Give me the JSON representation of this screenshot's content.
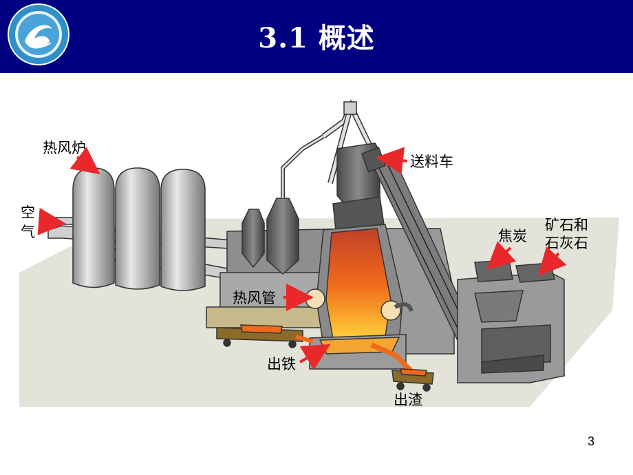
{
  "slide": {
    "title": "3.1  概述",
    "page_number": "3"
  },
  "logo": {
    "label": "university-emblem"
  },
  "diagram": {
    "labels": {
      "hot_blast_stove": "热风炉",
      "air_top": "空",
      "air_bottom": "气",
      "skip_car": "送料车",
      "coke": "焦炭",
      "ore_line1": "矿石和",
      "ore_line2": "石灰石",
      "hot_blast_pipe": "热风管",
      "tap_iron": "出铁",
      "tap_slag": "出渣"
    }
  },
  "colors": {
    "header_bg": "#000080",
    "arrow": "#e8282a",
    "molten": "#f06a1a"
  }
}
